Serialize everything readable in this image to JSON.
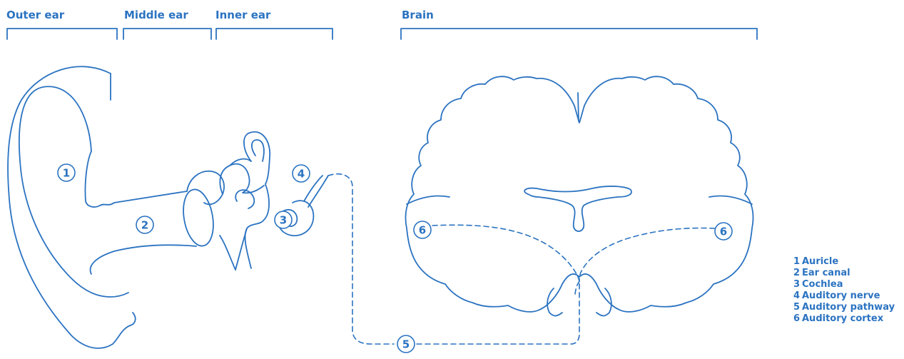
{
  "section_labels": {
    "outer_ear": "Outer ear",
    "middle_ear": "Middle ear",
    "inner_ear": "Inner ear",
    "brain": "Brain"
  },
  "markers": {
    "m1": "1",
    "m2": "2",
    "m3": "3",
    "m4": "4",
    "m5": "5",
    "m6_left": "6",
    "m6_right": "6"
  },
  "legend": [
    {
      "num": "1",
      "text": "Auricle"
    },
    {
      "num": "2",
      "text": "Ear canal"
    },
    {
      "num": "3",
      "text": "Cochlea"
    },
    {
      "num": "4",
      "text": "Auditory nerve"
    },
    {
      "num": "5",
      "text": "Auditory pathway"
    },
    {
      "num": "6",
      "text": "Auditory cortex"
    }
  ],
  "colors": {
    "line": "#2b73c1",
    "background": "#ffffff"
  }
}
